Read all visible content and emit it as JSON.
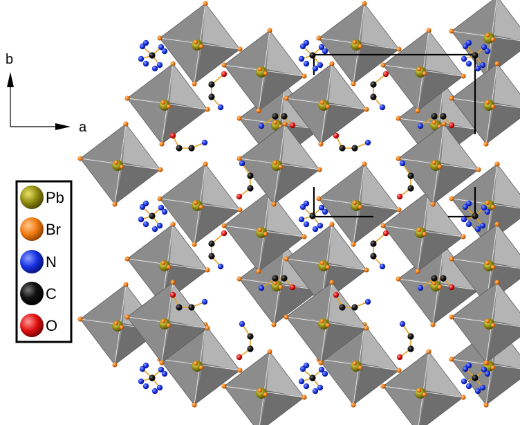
{
  "axes": {
    "b_label": "b",
    "a_label": "a"
  },
  "legend": {
    "items": [
      {
        "label": "Pb",
        "color": "#8f8a10"
      },
      {
        "label": "Br",
        "color": "#f07a10"
      },
      {
        "label": "N",
        "color": "#1530e0"
      },
      {
        "label": "C",
        "color": "#000000"
      },
      {
        "label": "O",
        "color": "#e01010"
      }
    ]
  },
  "colors": {
    "octahedron_dark": "#6e6e6e",
    "octahedron_mid": "#8c8c8c",
    "octahedron_light": "#b4b4b4",
    "bond": "#e3a020",
    "cell": "#000000"
  }
}
